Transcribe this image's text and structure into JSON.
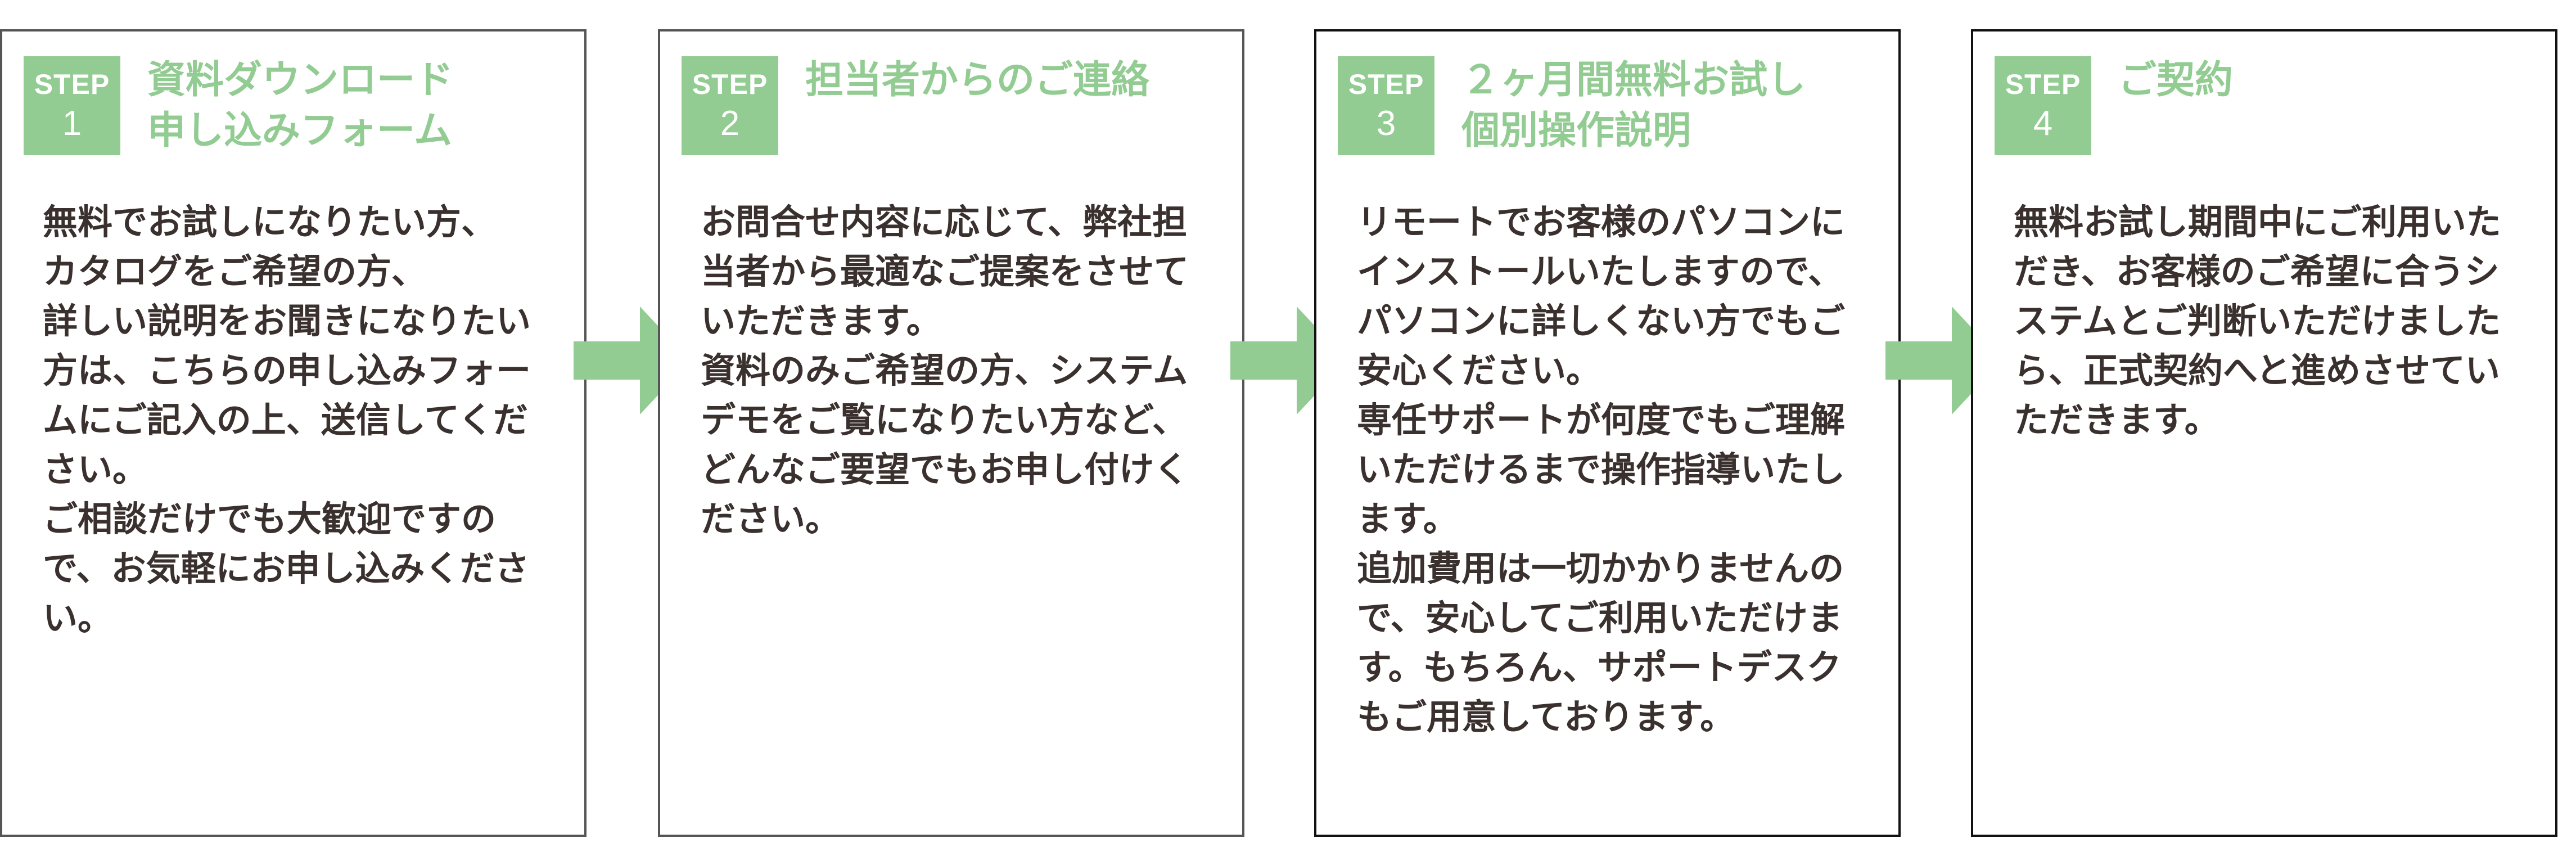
{
  "colors": {
    "accent_green": "#92cc92",
    "text_dark": "#3a312f",
    "border": "#222222"
  },
  "steps": [
    {
      "step_word": "STEP",
      "step_number": "1",
      "title": "資料ダウンロード\n申し込みフォーム",
      "body": "無料でお試しになりたい方、\nカタログをご希望の方、\n詳しい説明をお聞きになりたい\n方は、こちらの申し込みフォー\nムにご記入の上、送信してくだ\nさい。\nご相談だけでも大歓迎ですの\nで、お気軽にお申し込みくださ\nい。"
    },
    {
      "step_word": "STEP",
      "step_number": "2",
      "title": "担当者からのご連絡",
      "body": "お問合せ内容に応じて、弊社担\n当者から最適なご提案をさせて\nいただきます。\n資料のみご希望の方、システム\nデモをご覧になりたい方など、\nどんなご要望でもお申し付けく\nださい。"
    },
    {
      "step_word": "STEP",
      "step_number": "3",
      "title": "２ヶ月間無料お試し\n個別操作説明",
      "body": "リモートでお客様のパソコンに\nインストールいたしますので、\nパソコンに詳しくない方でもご\n安心ください。\n専任サポートが何度でもご理解\nいただけるまで操作指導いたし\nます。\n追加費用は一切かかりませんの\nで、安心してご利用いただけま\nす。もちろん、サポートデスク\nもご用意しております。"
    },
    {
      "step_word": "STEP",
      "step_number": "4",
      "title": "ご契約",
      "body": "無料お試し期間中にご利用いた\nだき、お客様のご希望に合うシ\nステムとご判断いただけました\nら、正式契約へと進めさせてい\nただきます。"
    }
  ],
  "arrows": [
    {
      "icon": "right-arrow-icon"
    },
    {
      "icon": "right-arrow-icon"
    },
    {
      "icon": "right-arrow-icon"
    }
  ]
}
